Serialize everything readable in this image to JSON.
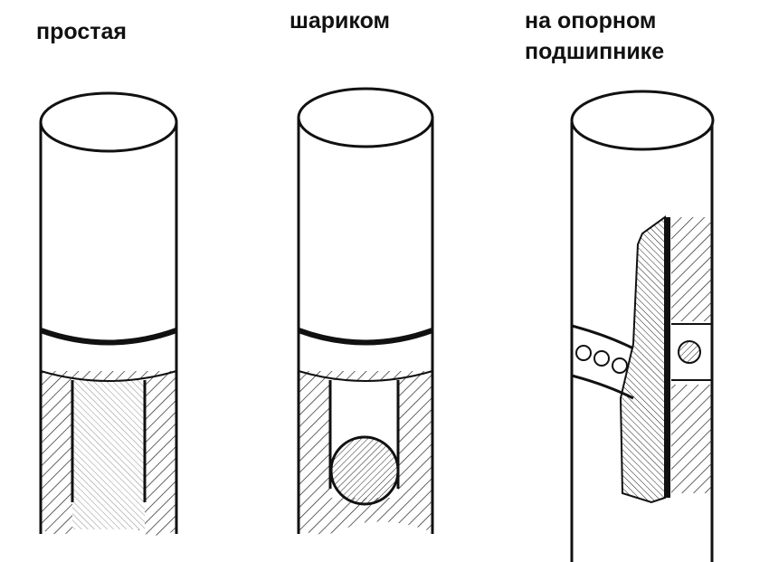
{
  "labels": {
    "simple": "простая",
    "ball": "шариком",
    "bearing_line1": "на опорном",
    "bearing_line2": "подшипнике"
  }
}
